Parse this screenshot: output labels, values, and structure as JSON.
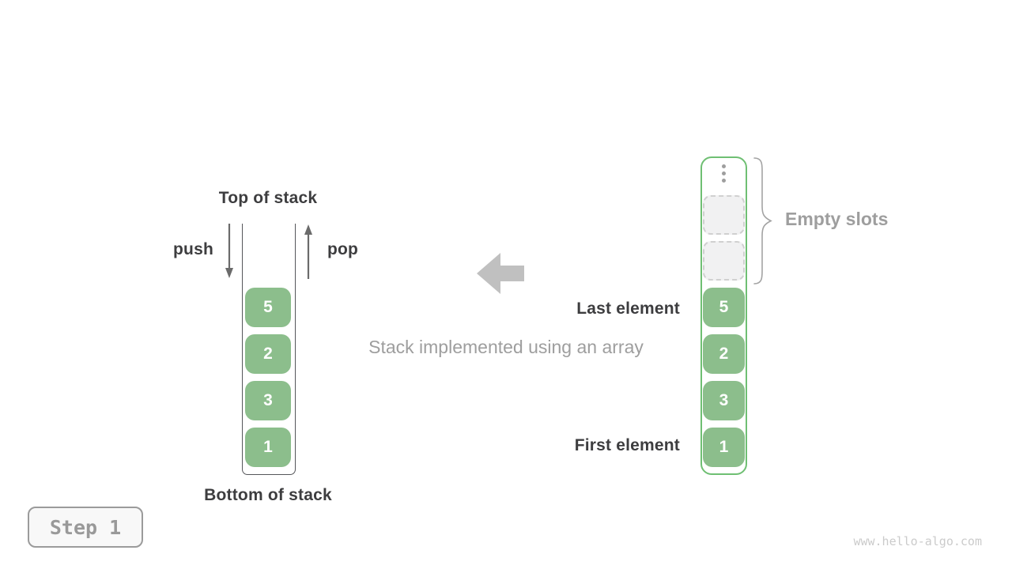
{
  "left_stack": {
    "top_label": "Top of stack",
    "push_label": "push",
    "pop_label": "pop",
    "cells": [
      "5",
      "2",
      "3",
      "1"
    ],
    "bottom_label": "Bottom of stack"
  },
  "middle": {
    "caption": "Stack implemented using an array"
  },
  "array_stack": {
    "empty_slot_count": 2,
    "empty_slots_label": "Empty slots",
    "last_element_label": "Last element",
    "first_element_label": "First element",
    "cells": [
      "5",
      "2",
      "3",
      "1"
    ]
  },
  "step_badge": {
    "label": "Step 1"
  },
  "watermark": "www.hello-algo.com",
  "icons": {
    "push_arrow": "arrow-down",
    "pop_arrow": "arrow-up",
    "direction_arrow": "block-arrow-left",
    "empty_slots_brace": "curly-brace-right",
    "array_top_ellipsis": "vertical-ellipsis"
  },
  "colors": {
    "cell_green": "#8cbe8c",
    "array_border_green": "#6fbf73",
    "dark_text": "#3d3d3f",
    "gray_text": "#9e9e9e",
    "block_arrow_gray": "#c0c0c0",
    "watermark_gray": "#cbcbcb"
  }
}
